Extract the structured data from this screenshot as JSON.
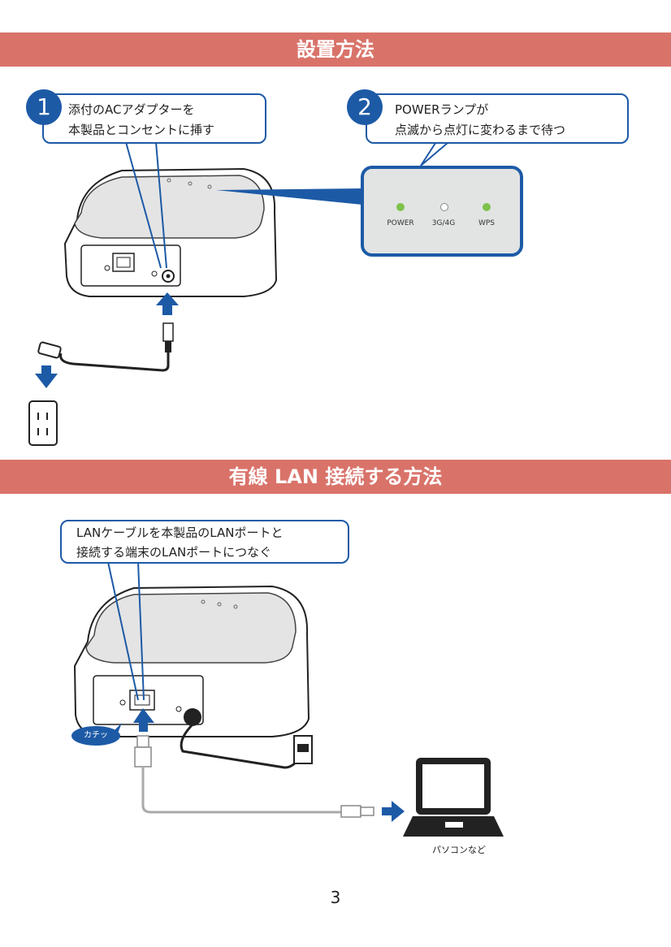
{
  "section1": {
    "title": "設置方法"
  },
  "step1": {
    "number": "1",
    "line1": "添付のACアダプターを",
    "line2": "本製品とコンセントに挿す"
  },
  "step2": {
    "number": "2",
    "line1": "POWERランプが",
    "line2": "点滅から点灯に変わるまで待つ"
  },
  "leds": [
    {
      "label": "POWER",
      "state": "on"
    },
    {
      "label": "3G/4G",
      "state": "off"
    },
    {
      "label": "WPS",
      "state": "on"
    }
  ],
  "section2": {
    "title": "有線 LAN 接続する方法"
  },
  "step3": {
    "line1": "LANケーブルを本製品のLANポートと",
    "line2": "接続する端末のLANポートにつなぐ"
  },
  "click_badge": "カチッ",
  "pc_label": "パソコンなど",
  "page_number": "3",
  "colors": {
    "banner": "#d9736a",
    "accent": "#1d5aa6",
    "led_on": "#7dc24b"
  }
}
